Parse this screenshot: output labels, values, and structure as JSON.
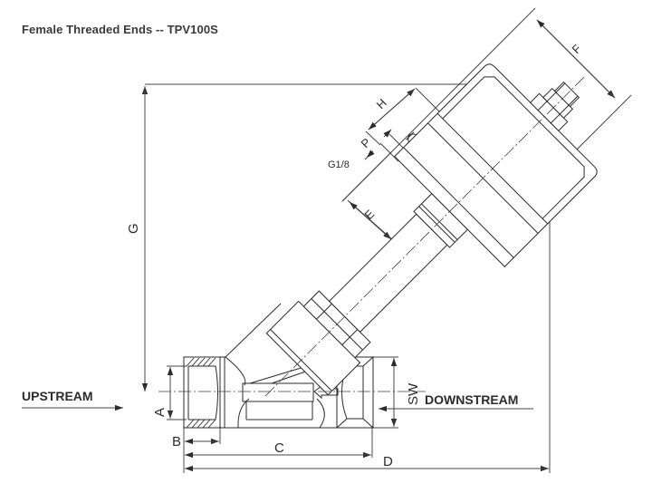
{
  "title": "Female Threaded Ends -- TPV100S",
  "flow": {
    "upstream_label": "UPSTREAM",
    "downstream_label": "DOWNSTREAM"
  },
  "dimensions": {
    "A": "A",
    "B": "B",
    "C": "C",
    "D": "D",
    "E": "E",
    "F": "F",
    "G": "G",
    "H": "H",
    "P": "P",
    "SW": "SW"
  },
  "annotations": {
    "port_thread": "G1/8"
  },
  "colors": {
    "line": "#2b2b2b",
    "extension_line": "#6a6a6a",
    "title": "#3a3a3a",
    "background": "#ffffff"
  }
}
